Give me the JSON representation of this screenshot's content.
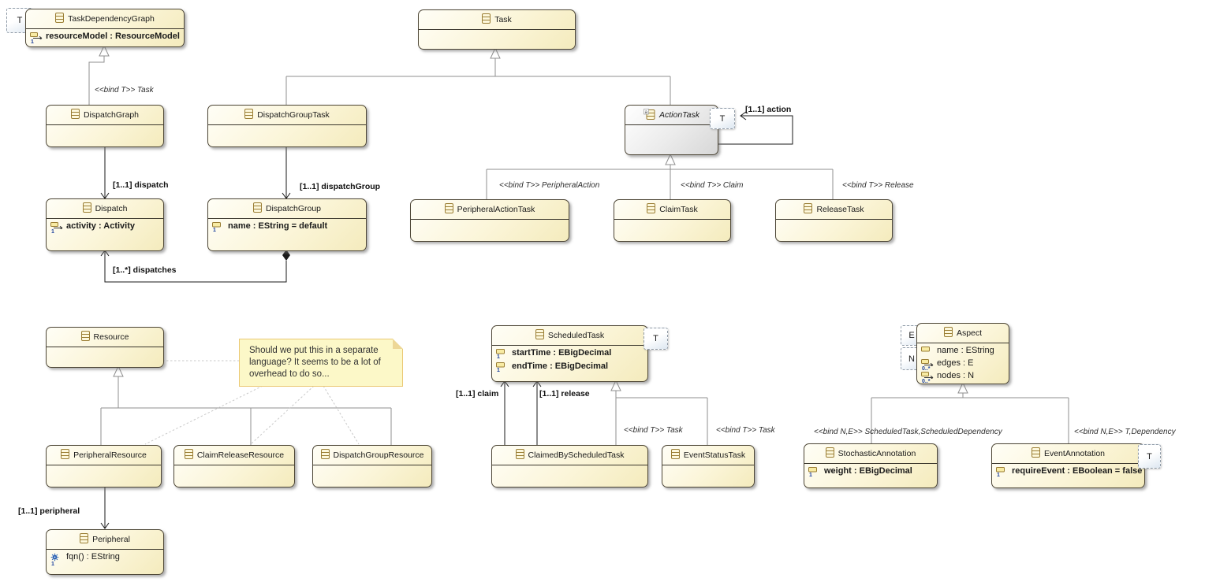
{
  "classes": {
    "taskDependencyGraph": {
      "name": "TaskDependencyGraph",
      "attr0": "resourceModel : ResourceModel",
      "attr0_mult": "1"
    },
    "task": {
      "name": "Task"
    },
    "dispatchGraph": {
      "name": "DispatchGraph"
    },
    "dispatchGroupTask": {
      "name": "DispatchGroupTask"
    },
    "actionTask": {
      "name": "ActionTask"
    },
    "dispatch": {
      "name": "Dispatch",
      "attr0": "activity : Activity",
      "attr0_mult": "1"
    },
    "dispatchGroup": {
      "name": "DispatchGroup",
      "attr0": "name : EString = default",
      "attr0_mult": "1"
    },
    "peripheralActionTask": {
      "name": "PeripheralActionTask"
    },
    "claimTask": {
      "name": "ClaimTask"
    },
    "releaseTask": {
      "name": "ReleaseTask"
    },
    "resource": {
      "name": "Resource"
    },
    "peripheralResource": {
      "name": "PeripheralResource"
    },
    "claimReleaseResource": {
      "name": "ClaimReleaseResource"
    },
    "dispatchGroupResource": {
      "name": "DispatchGroupResource"
    },
    "peripheral": {
      "name": "Peripheral",
      "op0": "fqn() : EString",
      "op0_mult": "1"
    },
    "scheduledTask": {
      "name": "ScheduledTask",
      "attr0": "startTime : EBigDecimal",
      "attr0_mult": "1",
      "attr1": "endTime : EBigDecimal",
      "attr1_mult": "1"
    },
    "claimedByScheduledTask": {
      "name": "ClaimedByScheduledTask"
    },
    "eventStatusTask": {
      "name": "EventStatusTask"
    },
    "aspect": {
      "name": "Aspect",
      "attr0": "name : EString",
      "attr0_mult": "",
      "ref0": "edges : E",
      "ref0_mult": "0..*",
      "ref1": "nodes : N",
      "ref1_mult": "0..*"
    },
    "stochasticAnnotation": {
      "name": "StochasticAnnotation",
      "attr0": "weight : EBigDecimal",
      "attr0_mult": "1"
    },
    "eventAnnotation": {
      "name": "EventAnnotation",
      "attr0": "requireEvent : EBoolean = false",
      "attr0_mult": "1"
    }
  },
  "type_params": {
    "t": "T",
    "e": "E",
    "n": "N"
  },
  "note": {
    "text": "Should we put this in a separate language? It seems to be a lot of overhead to do so..."
  },
  "edge_labels": {
    "bind_task_graph": "<<bind T>> Task",
    "dispatch": "[1..1] dispatch",
    "dispatch_group": "[1..1] dispatchGroup",
    "dispatches": "[1..*] dispatches",
    "action": "[1..1] action",
    "bind_peripheral_action": "<<bind T>> PeripheralAction",
    "bind_claim": "<<bind T>> Claim",
    "bind_release": "<<bind T>> Release",
    "claim": "[1..1] claim",
    "release": "[1..1] release",
    "bind_task_claimed": "<<bind T>> Task",
    "bind_task_event": "<<bind T>> Task",
    "bind_stochastic": "<<bind N,E>> ScheduledTask,ScheduledDependency",
    "bind_event_annotation": "<<bind N,E>> T,Dependency",
    "peripheral": "[1..1] peripheral"
  }
}
